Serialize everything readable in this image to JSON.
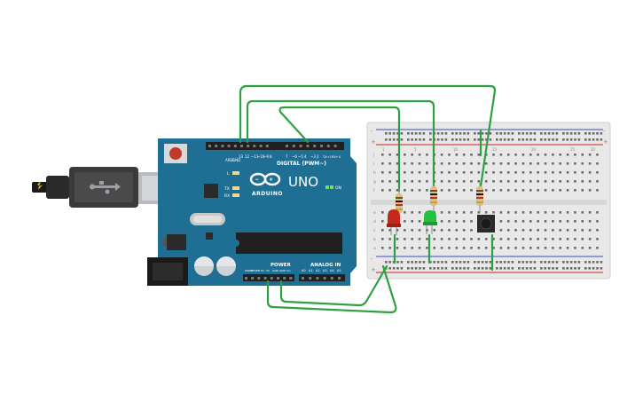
{
  "board": {
    "model": "UNO",
    "brand": "ARDUINO",
    "digital_header": "DIGITAL (PWM~)",
    "power_header": "POWER",
    "analog_header": "ANALOG IN",
    "on_label": "ON",
    "aref": "AREF",
    "gnd": "GND",
    "tx": "TX",
    "rx": "RX",
    "l": "L",
    "digital_pins": [
      "13",
      "12",
      "~11",
      "~10",
      "~9",
      "8",
      "7",
      "~6",
      "~5",
      "4",
      "~3",
      "2",
      "TX→1",
      "RX←0"
    ],
    "power_pins": [
      "IOREF",
      "RESET",
      "3.3V",
      "5V",
      "GND",
      "GND",
      "Vin"
    ],
    "analog_pins": [
      "A0",
      "A1",
      "A2",
      "A3",
      "A4",
      "A5"
    ]
  },
  "breadboard": {
    "plus": "+",
    "minus": "-",
    "row_letters_top": [
      "j",
      "i",
      "h",
      "g",
      "f"
    ],
    "row_letters_bottom": [
      "e",
      "d",
      "c",
      "b",
      "a"
    ],
    "column_numbers": [
      "1",
      "5",
      "10",
      "15",
      "20",
      "25",
      "30"
    ]
  },
  "components": {
    "led_red": "red",
    "led_green": "green",
    "colors": {
      "board": "#1f6f95",
      "wire": "#2ea043",
      "red_led": "#c4281c",
      "green_led": "#24c040",
      "rail_red": "#d02020",
      "rail_blue": "#3050c0"
    }
  }
}
